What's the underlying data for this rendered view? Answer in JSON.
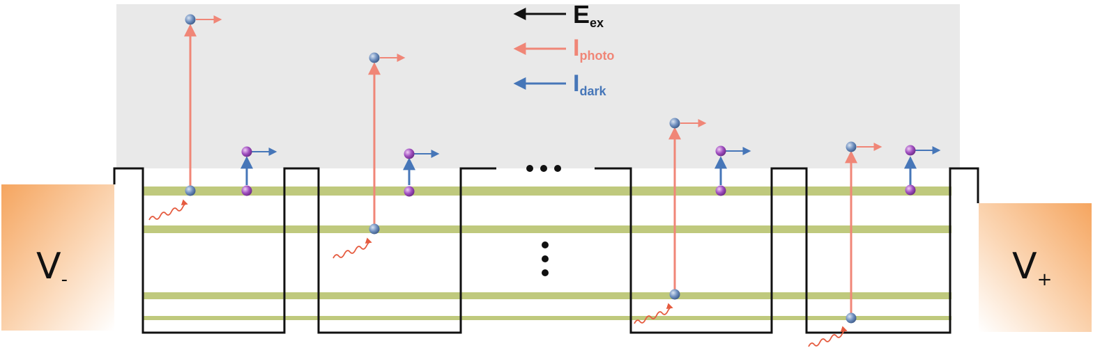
{
  "colors": {
    "background": "#ffffff",
    "barrier_region": "#e9e9e9",
    "level": "#bfc97d",
    "well_outline": "#111111",
    "e_ex": "#111111",
    "photo": "#f08677",
    "dark": "#4676b8",
    "electron": "#6f8fbf",
    "dark_carrier": "#a04fc0",
    "photon": "#e55b3f",
    "contact_orange": "#f5a55f"
  },
  "legend": {
    "e_ex": {
      "main": "E",
      "sub": "ex"
    },
    "i_photo": {
      "main": "I",
      "sub": "photo"
    },
    "i_dark": {
      "main": "I",
      "sub": "dark"
    }
  },
  "contacts": {
    "left": {
      "main": "V",
      "sub": "-"
    },
    "right": {
      "main": "V",
      "sub": "+"
    }
  }
}
